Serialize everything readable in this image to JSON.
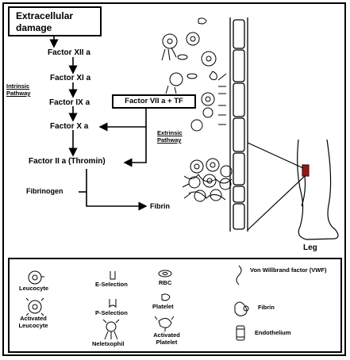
{
  "pathway": {
    "start": "Extracellular damage",
    "factor_xii": "Factor XII a",
    "factor_xi": "Factor XI a",
    "factor_ix": "Factor IX a",
    "factor_x": "Factor X a",
    "factor_ii": "Factor II a (Thromin)",
    "factor_vii_tf": "Factor VII a + TF",
    "fibrinogen": "Fibrinogen",
    "fibrin": "Fibrin",
    "intrinsic": "Intrinsic Pathway",
    "extrinsic": "Extrinsic Pathway",
    "leg": "Leg"
  },
  "legend": {
    "leucocyte": "Leucocyte",
    "activated_leucocyte": "Activated Leucocyte",
    "neutrophil": "Neletxophil",
    "e_selection": "E-Selection",
    "p_selection": "P-Selection",
    "rbc": "RBC",
    "platelet": "Platelet",
    "activated_platelet": "Activated Platelet",
    "vwf": "Von Willbrand factor (VWF)",
    "fibrin": "Fibrin",
    "endothelium": "Endothelium"
  }
}
